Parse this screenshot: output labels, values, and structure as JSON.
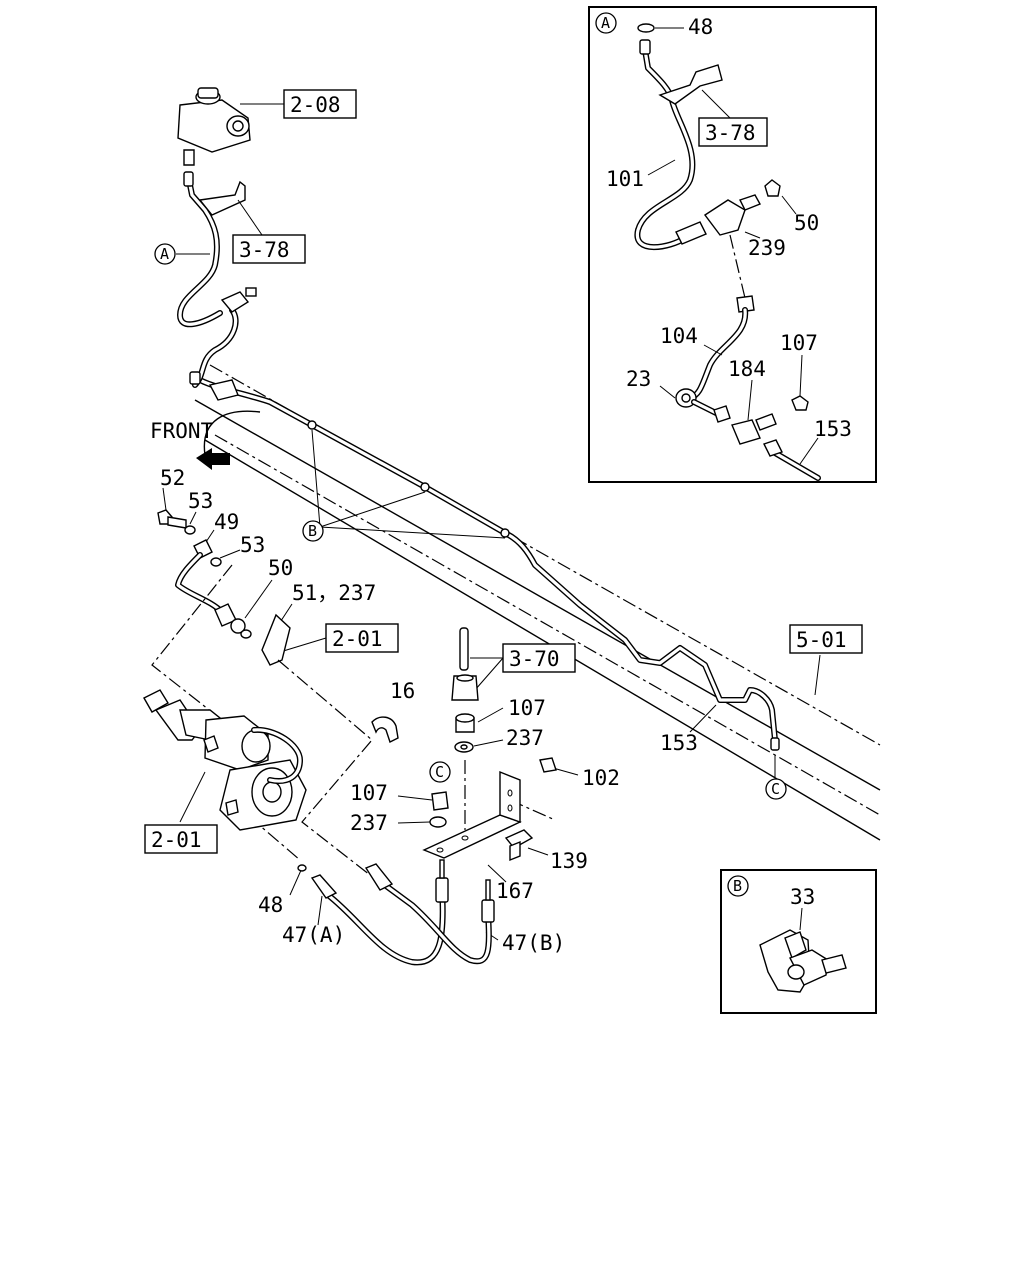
{
  "labels": {
    "ref_2_08": "2-08",
    "ref_3_78_main": "3-78",
    "ref_3_78_inset": "3-78",
    "ref_2_01_bracket": "2-01",
    "ref_2_01_master": "2-01",
    "ref_3_70": "3-70",
    "ref_5_01": "5-01",
    "front": "FRONT",
    "p48_inset": "48",
    "p101": "101",
    "p50_inset": "50",
    "p239": "239",
    "p104": "104",
    "p107_inset": "107",
    "p23": "23",
    "p184": "184",
    "p153_inset": "153",
    "p52": "52",
    "p53_a": "53",
    "p49": "49",
    "p53_b": "53",
    "p50": "50",
    "p51_237": "51，237",
    "p16": "16",
    "p107_a": "107",
    "p237_a": "237",
    "p153": "153",
    "p102": "102",
    "p107_b": "107",
    "p237_b": "237",
    "p139": "139",
    "p167": "167",
    "p48": "48",
    "p47a": "47(A)",
    "p47b": "47(B)",
    "p33": "33",
    "callout_a": "A",
    "callout_b": "B",
    "callout_c": "C"
  }
}
